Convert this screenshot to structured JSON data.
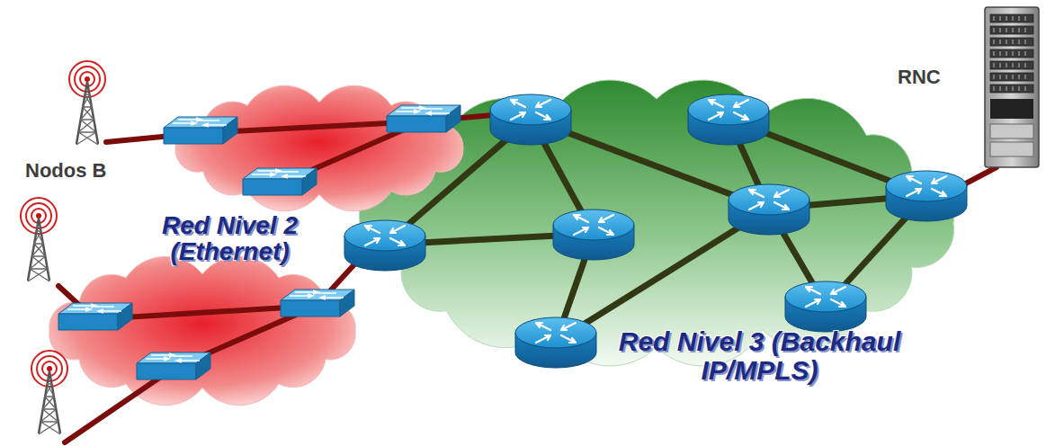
{
  "diagram": {
    "labels": [
      "Nodos B",
      "RNC",
      "Red Nivel 2 (Ethernet)",
      "Red Nivel 3 (Backhaul IP/MPLS)"
    ]
  }
}
